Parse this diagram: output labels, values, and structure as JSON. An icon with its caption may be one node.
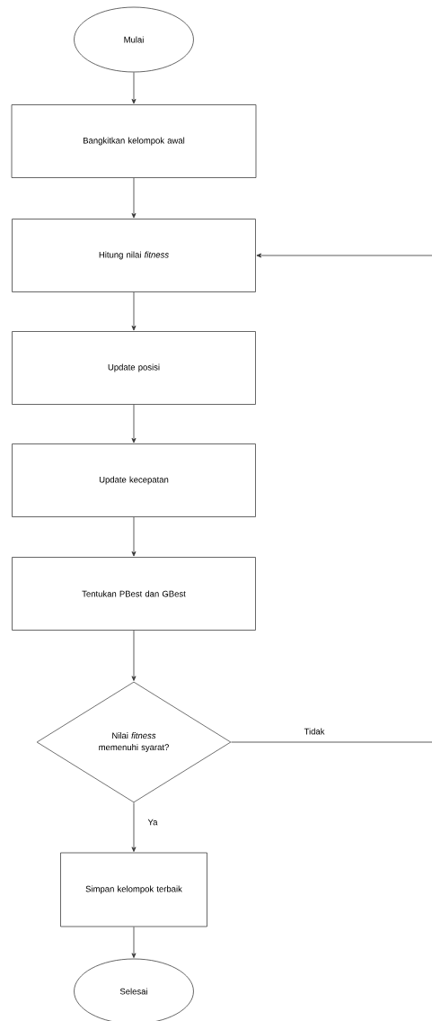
{
  "diagram": {
    "nodes": [
      {
        "text": [
          "Mulai"
        ]
      },
      {
        "text": [
          "Bangkitkan kelompok awal"
        ]
      },
      {
        "text": [
          "Hitung nilai *fitness*"
        ]
      },
      {
        "text": [
          "Update posisi"
        ]
      },
      {
        "text": [
          "Update kecepatan"
        ]
      },
      {
        "text": [
          "Tentukan PBest dan GBest"
        ]
      },
      {
        "text": [
          "Nilai *fitness* memenuhi syarat?"
        ]
      },
      {
        "text": [
          "Simpan kelompok terbaik"
        ]
      },
      {
        "text": [
          "Selesai"
        ]
      }
    ],
    "edges": [
      {
        "from": 0,
        "to": 1,
        "arrow": "to"
      },
      {
        "from": 1,
        "to": 2,
        "arrow": "to"
      },
      {
        "from": 2,
        "to": 3,
        "arrow": "to"
      },
      {
        "from": 3,
        "to": 4,
        "arrow": "to"
      },
      {
        "from": 4,
        "to": 5,
        "arrow": "to"
      },
      {
        "from": 5,
        "to": 6,
        "arrow": "to"
      },
      {
        "from": 6,
        "to": 7,
        "arrow": "to",
        "label": "Ya"
      },
      {
        "from": 6,
        "to": 2,
        "arrow": "to",
        "label": "Tidak"
      },
      {
        "from": 7,
        "to": 8,
        "arrow": "to"
      }
    ]
  }
}
